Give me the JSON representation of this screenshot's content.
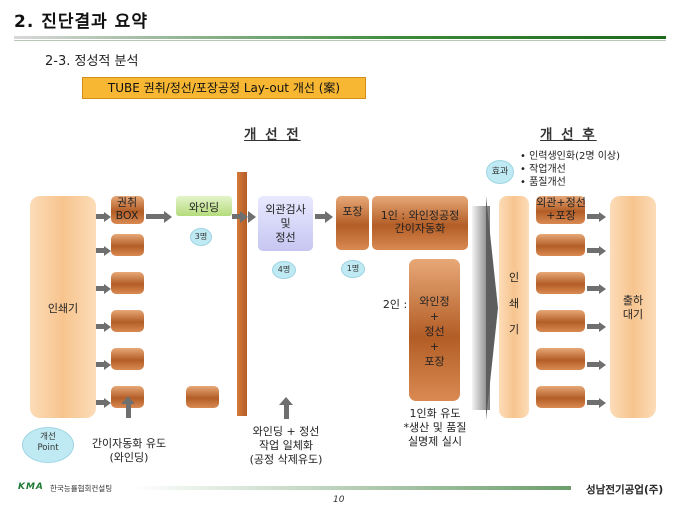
{
  "header": {
    "title": "2. 진단결과 요약",
    "subtitle": "2-3. 정성적 분석",
    "highlight": "TUBE 권취/정선/포장공정 Lay-out 개선 (案)"
  },
  "before": {
    "heading": "개 선 전",
    "printer": "인쇄기",
    "box_label": "권취\nBOX",
    "winding": "와인딩",
    "winding_count": "3명",
    "inspect": "외관검사\n및\n정선",
    "inspect_count": "4명",
    "packing": "포장",
    "packing_count": "1명",
    "note": "와인딩 + 정선\n작업 일체화\n(공정 삭제유도)"
  },
  "middle": {
    "one_person": "1인 : 와인정공정\n간이자동화",
    "two_person": "2인 :",
    "tall_box": "와인정\n+\n정선\n+\n포장",
    "note": "1인화 유도\n*생산 및 품질\n실명제 실시"
  },
  "after": {
    "heading": "개 선 후",
    "effect": "효과",
    "bullets": [
      "인력생인화(2명 이상)",
      "작업개선",
      "품질개선"
    ],
    "printer": "인\n쇄\n기",
    "top_label": "외관+정선\n+포장",
    "ship": "출하\n대기"
  },
  "point": {
    "circle": "개선\nPoint",
    "text": "간이자동화 유도\n(와인딩)"
  },
  "footer": {
    "logo": "KMA",
    "org": "한국능률협회컨설팅",
    "company": "성남전기공업(주)",
    "page": "10"
  },
  "colors": {
    "peach": "#f7c48e",
    "brown": "#b35d26",
    "green_box": "#c6e39a",
    "lavender": "#cfcff5",
    "cyan": "#bfeaf3",
    "orange_banner": "#f7b733"
  }
}
